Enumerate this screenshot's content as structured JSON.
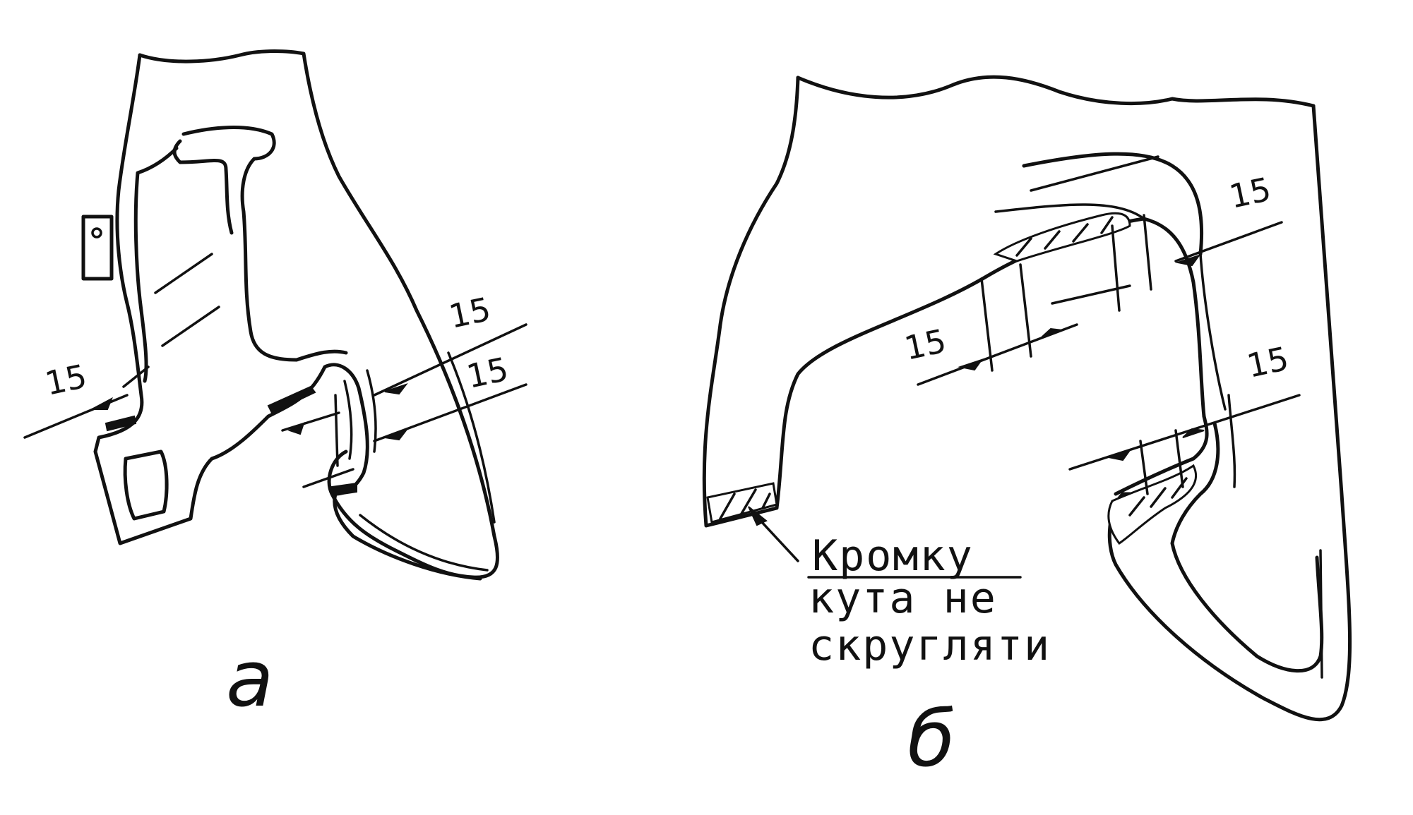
{
  "figure_a": {
    "caption": "a",
    "dims": [
      "15",
      "15",
      "15"
    ]
  },
  "figure_b": {
    "caption": "б",
    "dims": [
      "15",
      "15",
      "15"
    ],
    "note": {
      "line1": "Кромку",
      "line2": "кута не",
      "line3": "скругляти"
    }
  }
}
